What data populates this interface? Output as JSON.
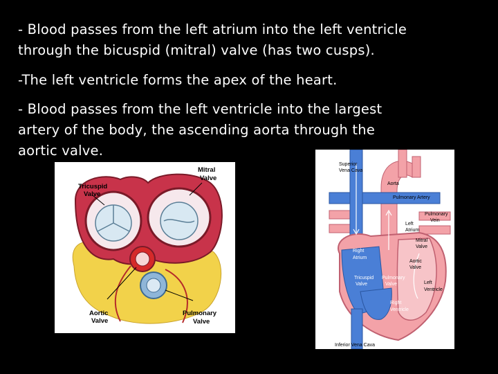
{
  "slide": {
    "paragraphs": [
      {
        "line1": "- Blood passes from the left atrium into the left ventricle",
        "line2": "through the bicuspid (mitral) valve (has two cusps)."
      },
      {
        "line1": "-The left ventricle forms the apex of the heart."
      },
      {
        "line1": "- Blood passes from the left ventricle into the largest",
        "line2": "artery of the body, the ascending aorta through the",
        "line3": "aortic valve."
      }
    ]
  },
  "valve_figure": {
    "labels": {
      "tricuspid": [
        "Tricuspid",
        "Valve"
      ],
      "mitral": [
        "Mitral",
        "Valve"
      ],
      "aortic": [
        "Aortic",
        "Valve"
      ],
      "pulmonary": [
        "Pulmonary",
        "Valve"
      ]
    }
  },
  "heart_figure": {
    "labels": {
      "svc": [
        "Superior",
        "Vena Cava"
      ],
      "aorta": "Aorta",
      "pulmonary_artery": "Pulmonary Artery",
      "pulmonary_vein": [
        "Pulmonary",
        "Vein"
      ],
      "left_atrium": [
        "Left",
        "Atrium"
      ],
      "right_atrium": [
        "Right",
        "Atrium"
      ],
      "mitral_valve": [
        "Mitral",
        "Valve"
      ],
      "aortic_valve": [
        "Aortic",
        "Valve"
      ],
      "tricuspid_valve": [
        "Tricuspid",
        "Valve"
      ],
      "pulmonary_valve": [
        "Pulmonary",
        "Valve"
      ],
      "left_ventricle": [
        "Left",
        "Ventricle"
      ],
      "right_ventricle": [
        "Right",
        "Ventricle"
      ],
      "ivc": "Inferior Vena Cava"
    }
  },
  "colors": {
    "background": "#000000",
    "text": "#ffffff",
    "muscle": "#c8334a",
    "fat": "#f2d24a",
    "oxygen_poor": "#4a7fd6",
    "oxygen_rich": "#f3a2a8"
  }
}
